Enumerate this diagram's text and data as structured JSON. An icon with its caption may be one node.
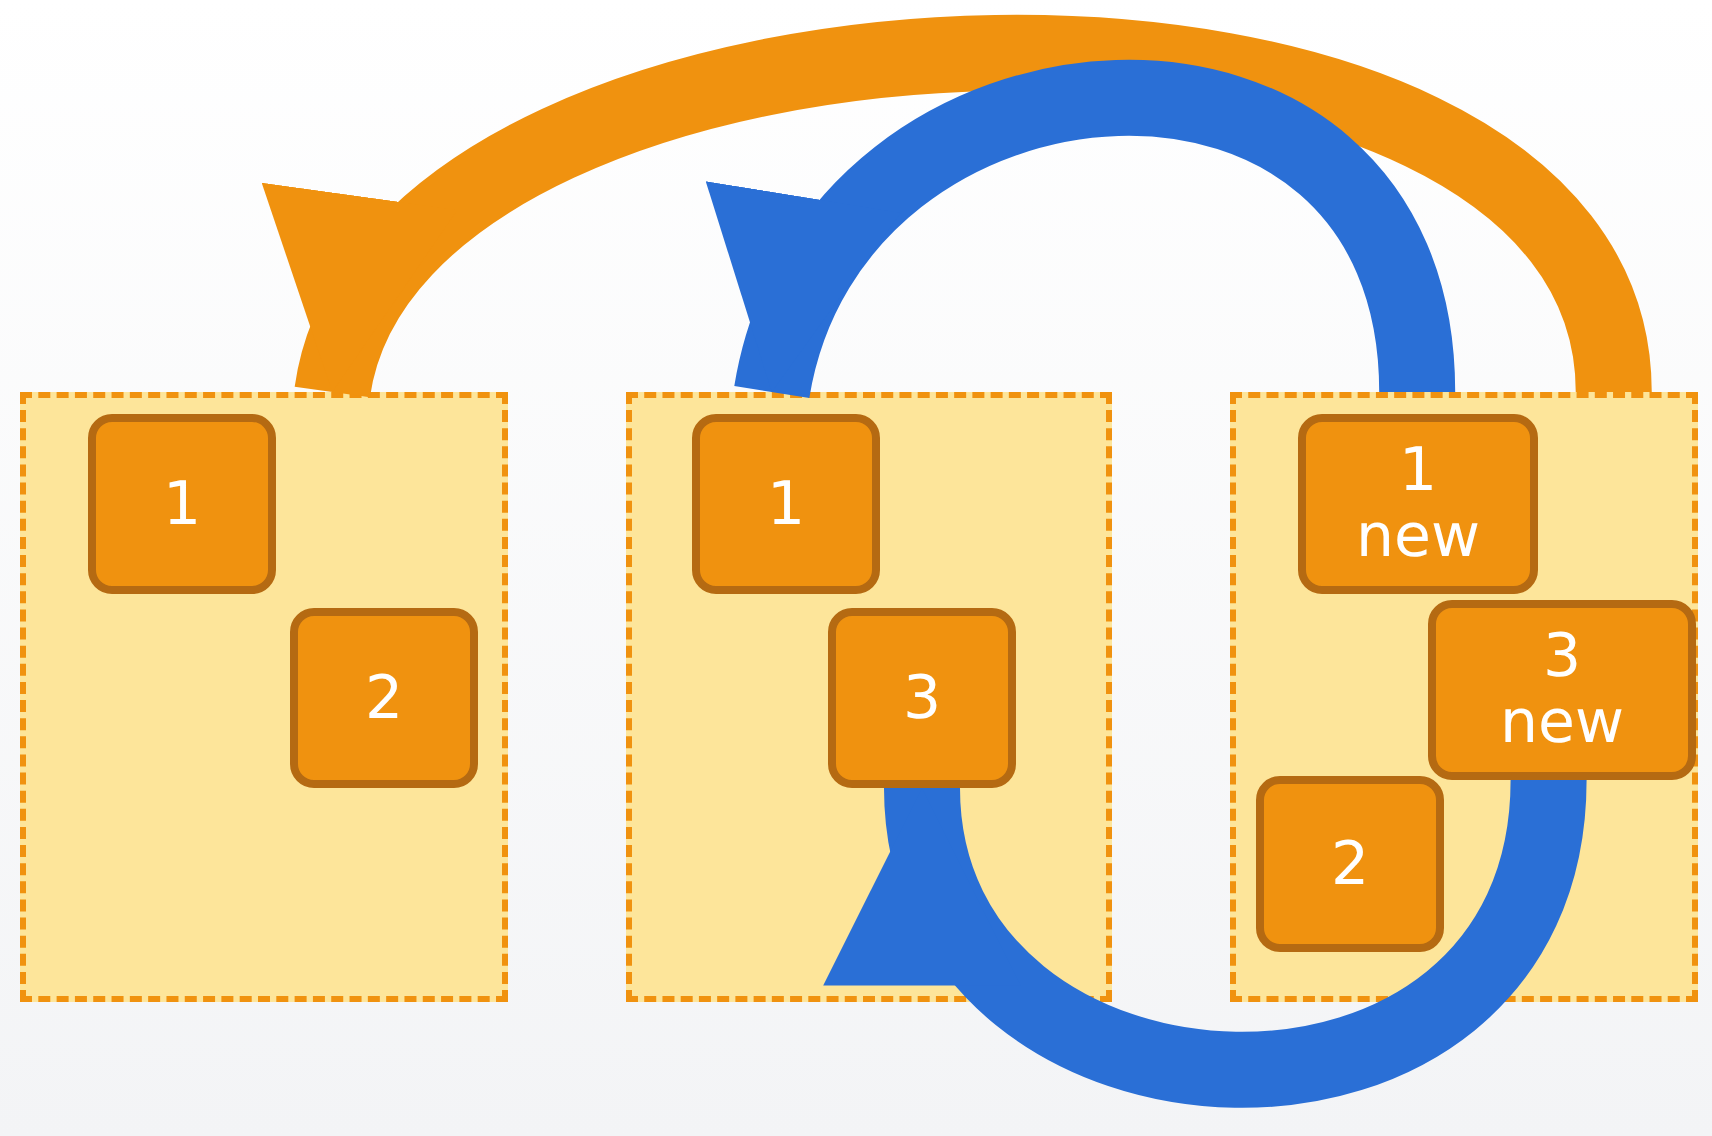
{
  "diagram": {
    "nodes": [
      {
        "text": [],
        "shape": "box"
      },
      {
        "text": [
          "1"
        ],
        "in": 0
      },
      {
        "text": [
          "2"
        ],
        "in": 0
      },
      {
        "text": [],
        "shape": "box"
      },
      {
        "text": [
          "1"
        ],
        "in": 3
      },
      {
        "text": [
          "3"
        ],
        "in": 3
      },
      {
        "text": [],
        "shape": "box"
      },
      {
        "text": [
          "1 new"
        ],
        "in": 6
      },
      {
        "text": [
          "3 new"
        ],
        "in": 6
      },
      {
        "text": [
          "2"
        ],
        "in": 6
      }
    ],
    "edges": [
      {
        "from": 6,
        "to": 0,
        "arrow": "to",
        "color": "#f0920f"
      },
      {
        "from": 6,
        "to": 3,
        "arrow": "to",
        "color": "#2a6fd6"
      },
      {
        "from": 8,
        "to": 5,
        "arrow": "to",
        "color": "#2a6fd6"
      }
    ]
  }
}
